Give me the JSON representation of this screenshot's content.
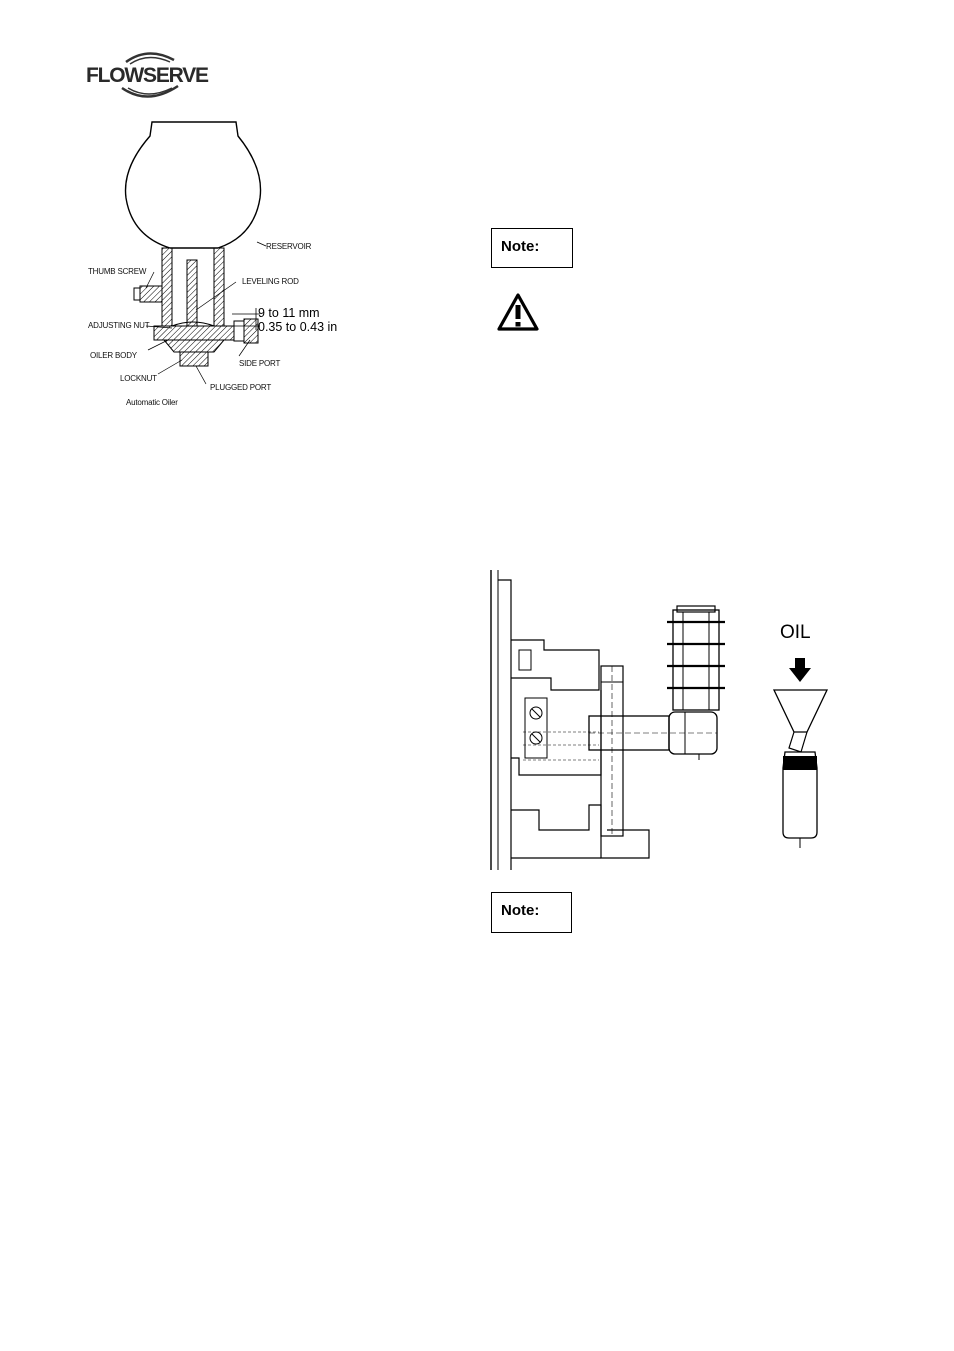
{
  "header": {
    "logo_text": "FLOWSERVE"
  },
  "oiler_figure": {
    "labels": {
      "reservoir": "RESERVOIR",
      "thumb_screw": "THUMB SCREW",
      "leveling_rod": "LEVELING ROD",
      "adjusting_nut": "ADJUSTING NUT",
      "oiler_body": "OILER BODY",
      "side_port": "SIDE PORT",
      "locknut": "LOCKNUT",
      "plugged_port": "PLUGGED PORT"
    },
    "dimension_mm": "9 to 11 mm",
    "dimension_in": "0.35 to 0.43 in",
    "caption": "Automatic Oiler"
  },
  "notes": {
    "note1_label": "Note:",
    "note2_label": "Note:"
  },
  "warning": {
    "icon": "warning-triangle-icon"
  },
  "filling_figure": {
    "oil_label": "OIL"
  }
}
